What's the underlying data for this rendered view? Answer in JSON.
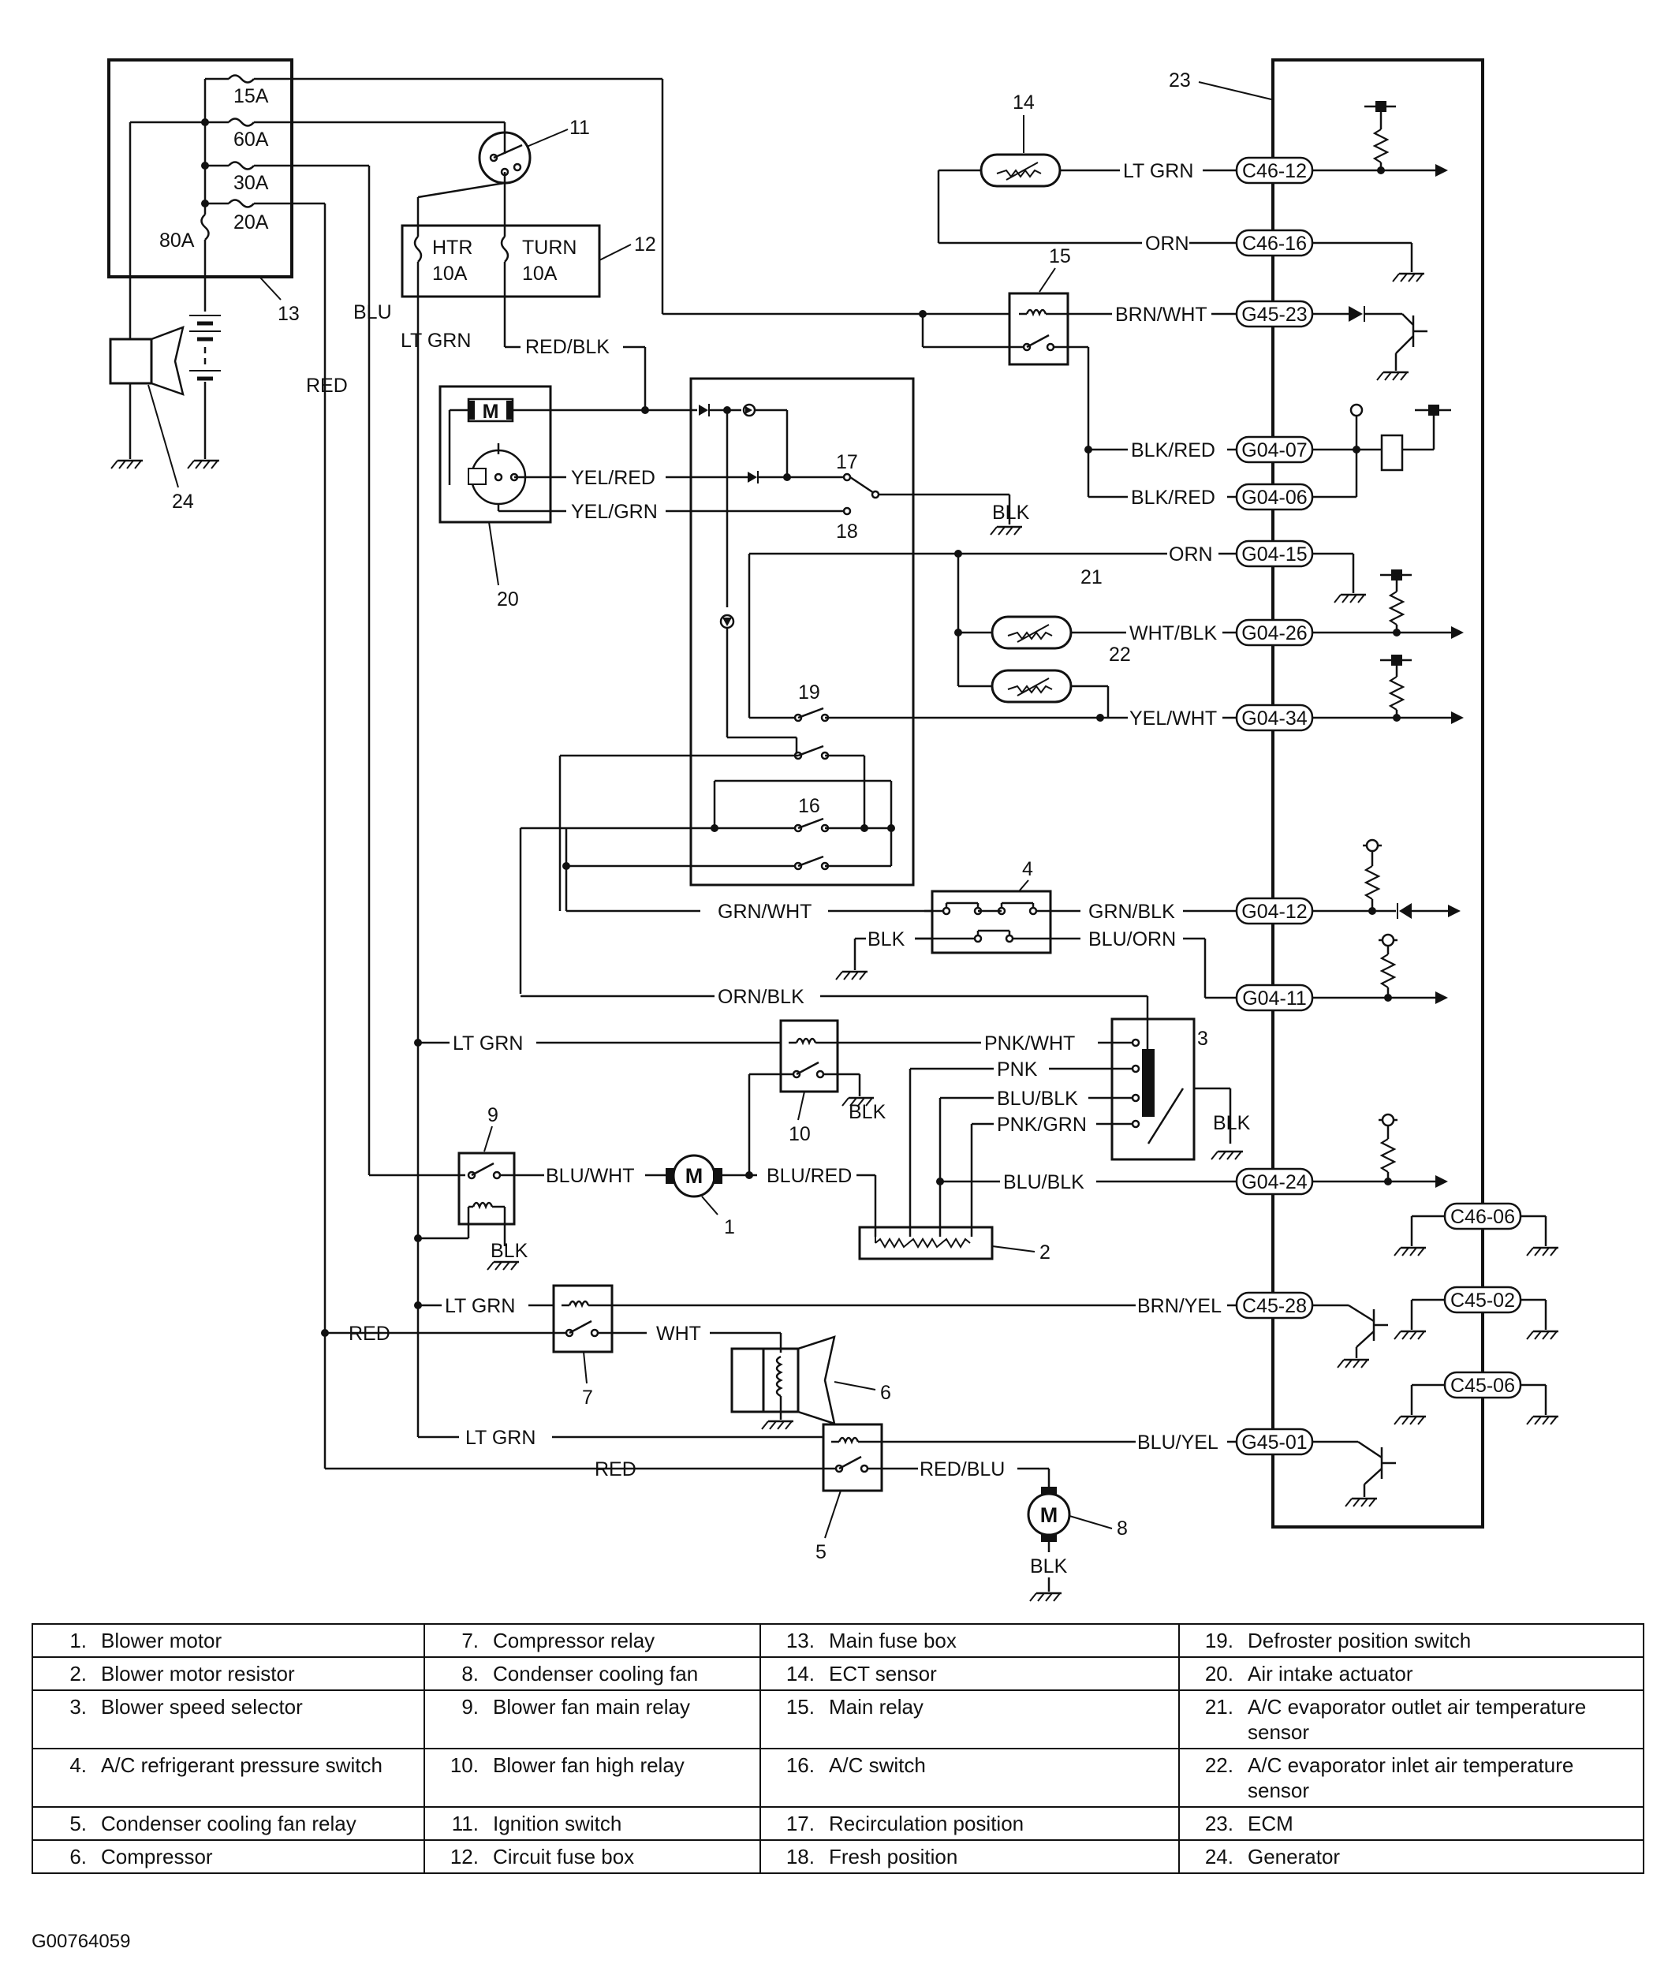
{
  "fuses": {
    "main": [
      "15A",
      "60A",
      "30A",
      "20A"
    ],
    "main_80a": "80A",
    "htr": [
      "HTR",
      "10A"
    ],
    "turn": [
      "TURN",
      "10A"
    ]
  },
  "wires": {
    "lt_grn": "LT GRN",
    "red_blk": "RED/BLK",
    "blu": "BLU",
    "red": "RED",
    "yel_red": "YEL/RED",
    "yel_grn": "YEL/GRN",
    "blk": "BLK",
    "brn_wht": "BRN/WHT",
    "blk_red": "BLK/RED",
    "orn": "ORN",
    "wht_blk": "WHT/BLK",
    "yel_wht": "YEL/WHT",
    "grn_wht": "GRN/WHT",
    "grn_blk": "GRN/BLK",
    "blu_orn": "BLU/ORN",
    "orn_blk": "ORN/BLK",
    "pnk_wht": "PNK/WHT",
    "pnk": "PNK",
    "blu_blk": "BLU/BLK",
    "pnk_grn": "PNK/GRN",
    "blu_wht": "BLU/WHT",
    "blu_red": "BLU/RED",
    "wht": "WHT",
    "brn_yel": "BRN/YEL",
    "blu_yel": "BLU/YEL",
    "red_blu": "RED/BLU"
  },
  "connectors": {
    "c46_12": "C46-12",
    "c46_16": "C46-16",
    "g45_23": "G45-23",
    "g04_07": "G04-07",
    "g04_06": "G04-06",
    "g04_15": "G04-15",
    "g04_26": "G04-26",
    "g04_34": "G04-34",
    "g04_12": "G04-12",
    "g04_11": "G04-11",
    "g04_24": "G04-24",
    "c46_06": "C46-06",
    "c45_28": "C45-28",
    "c45_02": "C45-02",
    "c45_06": "C45-06",
    "g45_01": "G45-01"
  },
  "motor_letter": "M",
  "callouts": [
    "1",
    "2",
    "3",
    "4",
    "5",
    "6",
    "7",
    "8",
    "9",
    "10",
    "11",
    "12",
    "13",
    "14",
    "15",
    "16",
    "17",
    "18",
    "19",
    "20",
    "21",
    "22",
    "23",
    "24"
  ],
  "legend": [
    [
      {
        "n": "1.",
        "t": "Blower motor"
      },
      {
        "n": "7.",
        "t": "Compressor relay"
      },
      {
        "n": "13.",
        "t": "Main fuse box"
      },
      {
        "n": "19.",
        "t": "Defroster position switch"
      }
    ],
    [
      {
        "n": "2.",
        "t": "Blower motor resistor"
      },
      {
        "n": "8.",
        "t": "Condenser cooling fan"
      },
      {
        "n": "14.",
        "t": "ECT sensor"
      },
      {
        "n": "20.",
        "t": "Air intake actuator"
      }
    ],
    [
      {
        "n": "3.",
        "t": "Blower speed selector"
      },
      {
        "n": "9.",
        "t": "Blower fan main relay"
      },
      {
        "n": "15.",
        "t": "Main relay"
      },
      {
        "n": "21.",
        "t": "A/C evaporator outlet air temperature sensor"
      }
    ],
    [
      {
        "n": "4.",
        "t": "A/C refrigerant pressure switch"
      },
      {
        "n": "10.",
        "t": "Blower fan high relay"
      },
      {
        "n": "16.",
        "t": "A/C switch"
      },
      {
        "n": "22.",
        "t": "A/C evaporator inlet air temperature sensor"
      }
    ],
    [
      {
        "n": "5.",
        "t": "Condenser cooling fan relay"
      },
      {
        "n": "11.",
        "t": "Ignition switch"
      },
      {
        "n": "17.",
        "t": "Recirculation position"
      },
      {
        "n": "23.",
        "t": "ECM"
      }
    ],
    [
      {
        "n": "6.",
        "t": "Compressor"
      },
      {
        "n": "12.",
        "t": "Circuit fuse box"
      },
      {
        "n": "18.",
        "t": "Fresh position"
      },
      {
        "n": "24.",
        "t": "Generator"
      }
    ]
  ],
  "figure_id": "G00764059"
}
